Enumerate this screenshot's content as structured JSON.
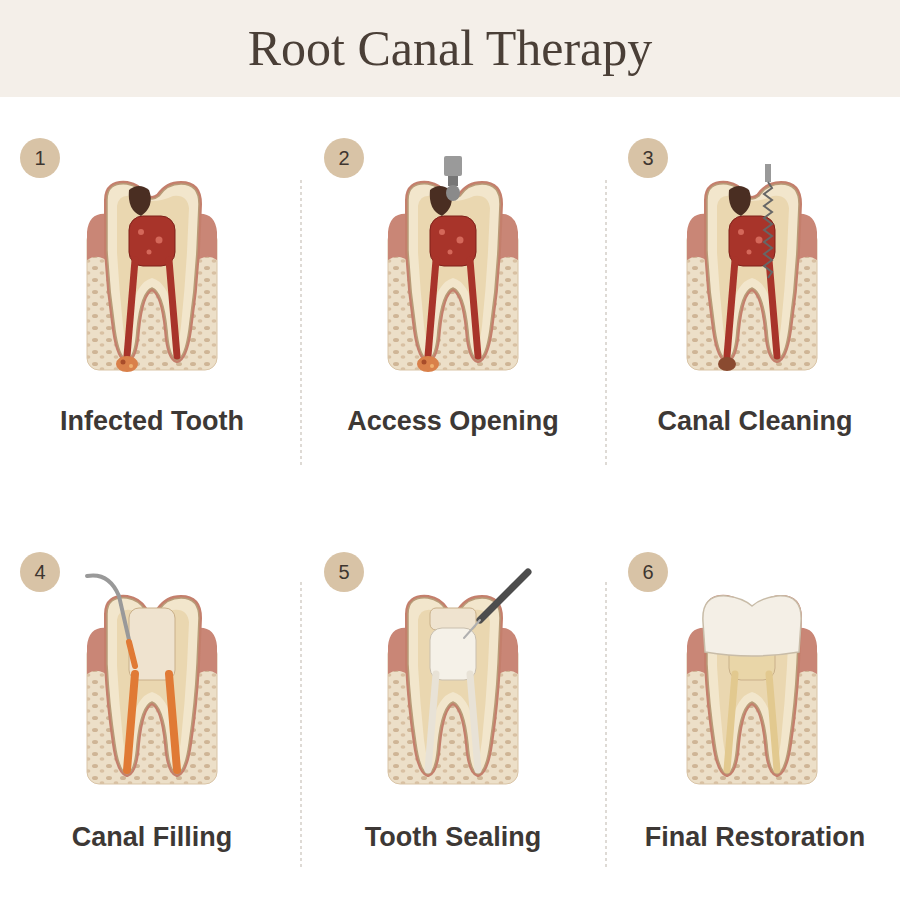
{
  "diagram": {
    "title": "Root Canal Therapy",
    "nodes": [
      {
        "text": [
          "1"
        ]
      },
      {
        "text": [
          "2"
        ]
      },
      {
        "text": [
          "3"
        ]
      },
      {
        "text": [
          "4"
        ]
      },
      {
        "text": [
          "5"
        ]
      },
      {
        "text": [
          "6"
        ]
      }
    ],
    "labels": [
      "Infected Tooth",
      "Access Opening",
      "Canal Cleaning",
      "Canal Filling",
      "Tooth Sealing",
      "Final Restoration"
    ]
  }
}
